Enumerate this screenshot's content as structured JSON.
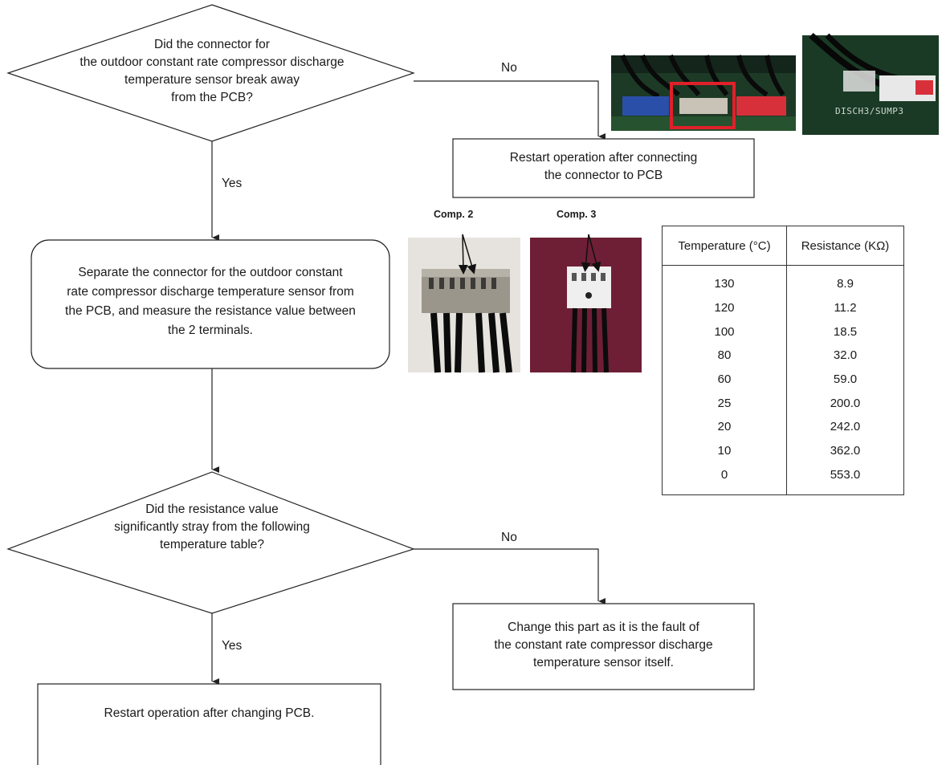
{
  "decision1": {
    "lines": [
      "Did the connector for",
      "the outdoor constant rate compressor discharge",
      "temperature sensor break away",
      "from the PCB?"
    ],
    "no_label": "No",
    "yes_label": "Yes"
  },
  "action1": {
    "lines": [
      "Restart operation after connecting",
      "the connector to PCB"
    ]
  },
  "action2": {
    "lines": [
      "Separate the connector for the outdoor constant",
      "rate compressor discharge temperature sensor from",
      "the PCB, and measure the resistance value between",
      "the 2 terminals."
    ]
  },
  "decision2": {
    "lines": [
      "Did the resistance value",
      "significantly stray from the following",
      "temperature table?"
    ],
    "no_label": "No",
    "yes_label": "Yes"
  },
  "action3": {
    "lines": [
      "Change this part as it is the fault of",
      "the constant rate compressor discharge",
      "temperature sensor itself."
    ]
  },
  "action4": {
    "lines": [
      "Restart operation after changing PCB."
    ]
  },
  "photos": {
    "comp2_label": "Comp. 2",
    "comp3_label": "Comp. 3",
    "pcb_silkscreen": "DISCH3/SUMP3"
  },
  "resistance_table": {
    "headers": [
      "Temperature (°C)",
      "Resistance (KΩ)"
    ],
    "rows": [
      [
        "130",
        "8.9"
      ],
      [
        "120",
        "11.2"
      ],
      [
        "100",
        "18.5"
      ],
      [
        "80",
        "32.0"
      ],
      [
        "60",
        "59.0"
      ],
      [
        "25",
        "200.0"
      ],
      [
        "20",
        "242.0"
      ],
      [
        "10",
        "362.0"
      ],
      [
        "0",
        "553.0"
      ]
    ]
  },
  "colors": {
    "line": "#222222",
    "highlight": "#e0202a"
  }
}
